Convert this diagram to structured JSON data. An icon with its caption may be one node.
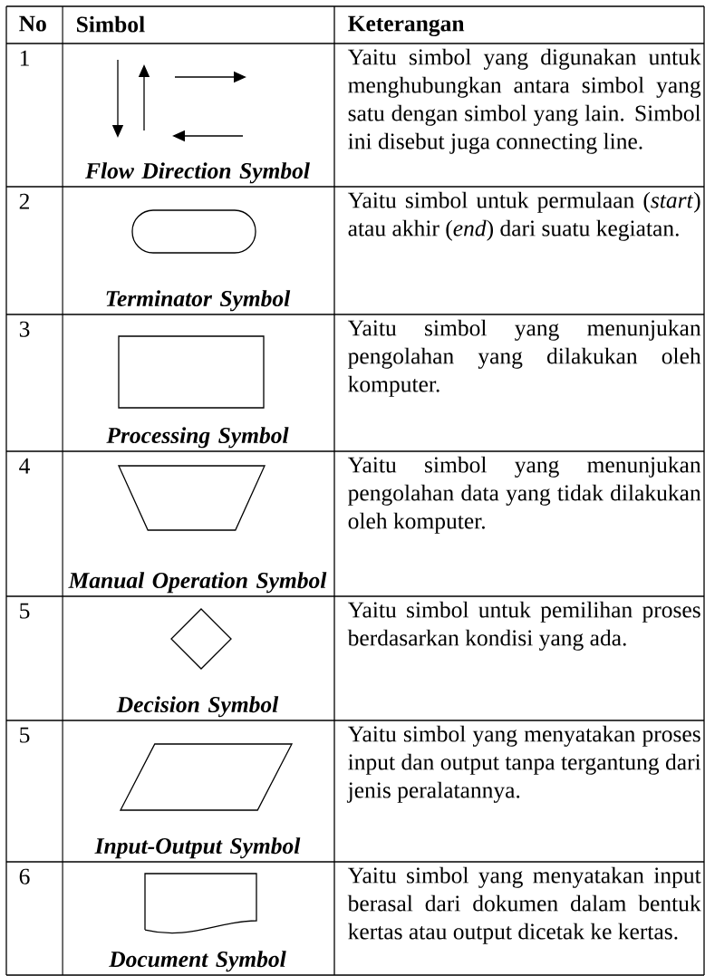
{
  "diagram": {
    "nodes": [
      {
        "text": [],
        "shape": "capsule"
      },
      {
        "text": [],
        "shape": "box"
      },
      {
        "text": [],
        "shape": "trapezoid"
      },
      {
        "text": [],
        "shape": "diamond"
      },
      {
        "text": [],
        "shape": "parallelogram"
      },
      {
        "text": [],
        "shape": "document"
      }
    ],
    "labels": [
      "No",
      "Simbol",
      "Keterangan",
      "1",
      "Flow Direction Symbol",
      "Yaitu simbol yang digunakan untuk menghubungkan antara simbol yang satu dengan simbol yang lain. Simbol ini disebut juga connecting line.",
      "2",
      "Terminator Symbol",
      "Yaitu simbol untuk permulaan (*start*) atau akhir (*end*) dari suatu kegiatan.",
      "3",
      "Processing Symbol",
      "Yaitu simbol yang menunjukan pengolahan yang dilakukan oleh komputer.",
      "4",
      "Manual Operation Symbol",
      "Yaitu simbol yang menunjukan pengolahan data yang tidak dilakukan oleh komputer.",
      "5",
      "Decision Symbol",
      "Yaitu simbol untuk pemilihan proses berdasarkan kondisi yang ada.",
      "5",
      "Input-Output Symbol",
      "Yaitu simbol yang menyatakan proses input dan output tanpa tergantung dari jenis peralatannya.",
      "6",
      "Document Symbol",
      "Yaitu simbol yang menyatakan input berasal dari dokumen dalam bentuk kertas atau output dicetak ke kertas."
    ]
  }
}
